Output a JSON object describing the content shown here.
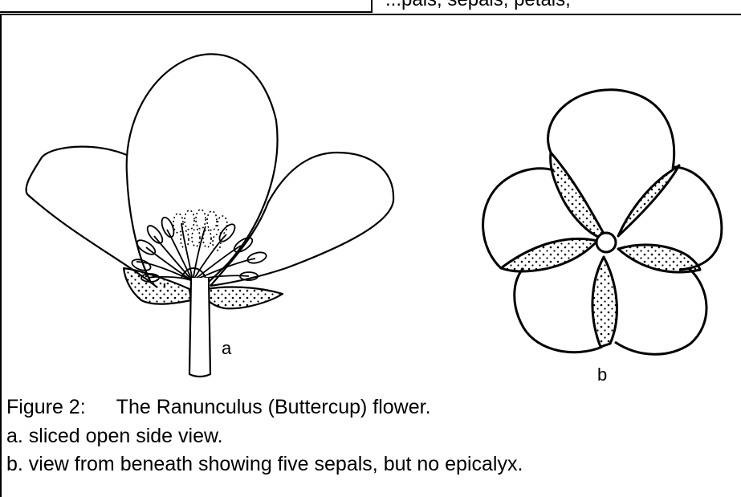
{
  "header_fragment": "...pals, sepals, petals,",
  "figure": {
    "label_a": "a",
    "label_b": "b",
    "caption_number": "Figure 2:",
    "caption_title": "The Ranunculus (Buttercup) flower.",
    "caption_line_a": "a.  sliced open side view.",
    "caption_line_b": "b.  view from beneath showing five sepals, but no epicalyx."
  }
}
